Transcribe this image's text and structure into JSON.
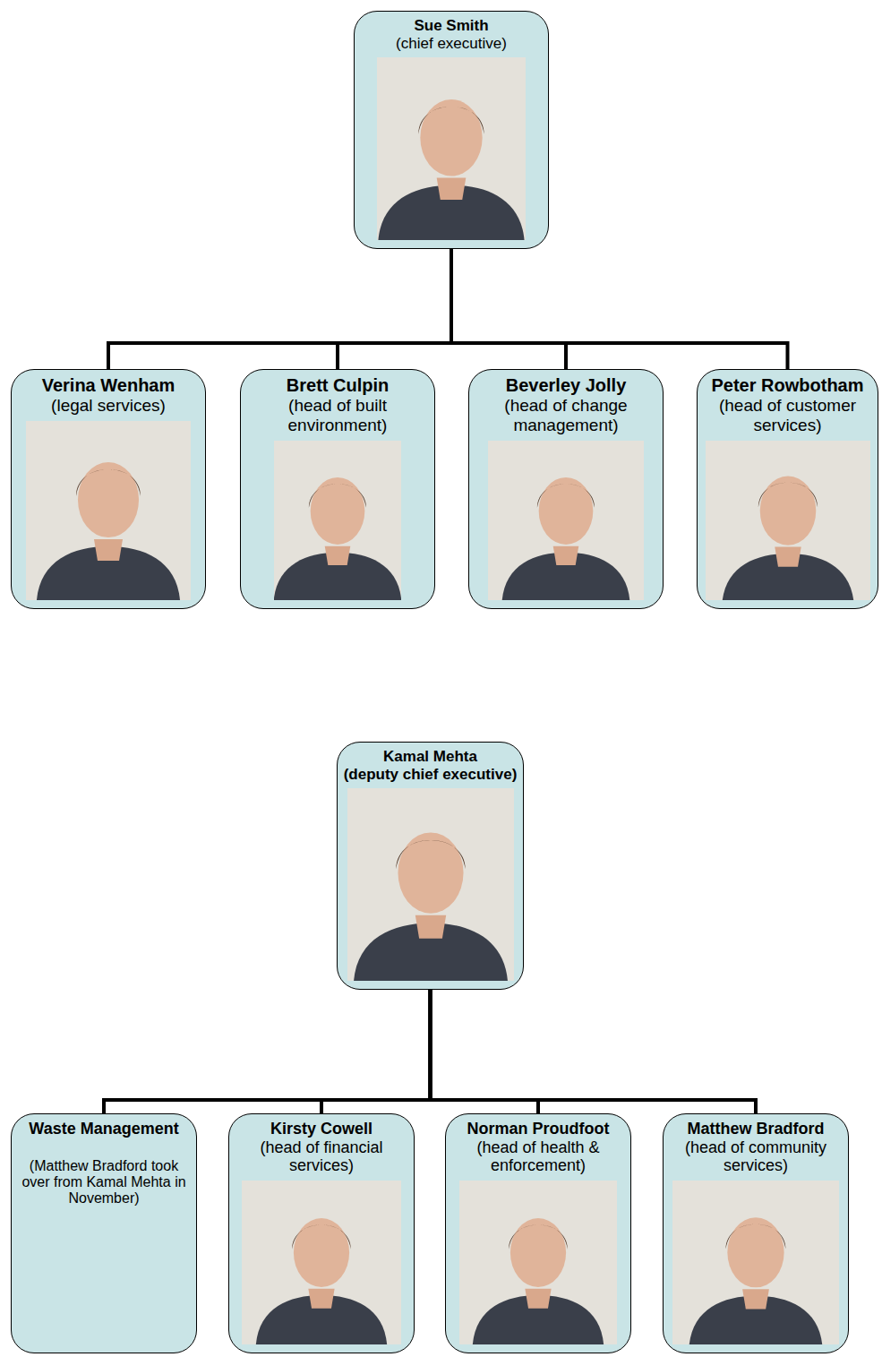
{
  "diagram": {
    "nodes": [
      {
        "text": [
          "Sue Smith",
          "(chief executive)"
        ]
      },
      {
        "text": [
          "Verina Wenham",
          "(legal services)"
        ]
      },
      {
        "text": [
          "Brett Culpin",
          "(head of built environment)"
        ]
      },
      {
        "text": [
          "Beverley Jolly",
          "(head of change management)"
        ]
      },
      {
        "text": [
          "Peter Rowbotham",
          "(head of customer services)"
        ]
      },
      {
        "text": [
          "Kamal Mehta",
          "(deputy chief executive)"
        ]
      },
      {
        "text": [
          "Waste Management",
          "(Matthew Bradford took over from Kamal Mehta in November)"
        ]
      },
      {
        "text": [
          "Kirsty Cowell",
          "(head of financial services)"
        ]
      },
      {
        "text": [
          "Norman Proudfoot",
          "(head of health & enforcement)"
        ]
      },
      {
        "text": [
          "Matthew Bradford",
          "(head of community services)"
        ]
      }
    ],
    "edges": [
      {
        "from": 0,
        "to": 1,
        "arrow": "none"
      },
      {
        "from": 0,
        "to": 2,
        "arrow": "none"
      },
      {
        "from": 0,
        "to": 3,
        "arrow": "none"
      },
      {
        "from": 0,
        "to": 4,
        "arrow": "none"
      },
      {
        "from": 5,
        "to": 6,
        "arrow": "none"
      },
      {
        "from": 5,
        "to": 7,
        "arrow": "none"
      },
      {
        "from": 5,
        "to": 8,
        "arrow": "none"
      },
      {
        "from": 5,
        "to": 9,
        "arrow": "none"
      }
    ]
  }
}
